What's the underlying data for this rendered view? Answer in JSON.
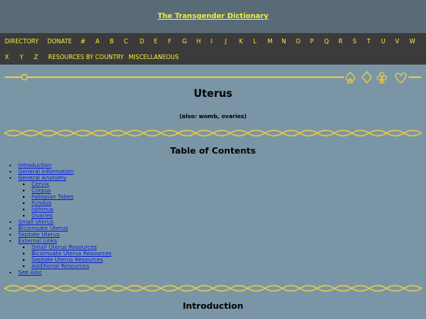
{
  "site": {
    "title": "The Transgender Dictionary"
  },
  "nav": {
    "row1": [
      "DIRECTORY",
      "DONATE",
      "#",
      "A",
      "B",
      "C",
      "D",
      "E",
      "F",
      "G",
      "H",
      "I",
      "J",
      "K",
      "L",
      "M",
      "N",
      "O",
      "P",
      "Q",
      "R",
      "S",
      "T",
      "U",
      "V",
      "W"
    ],
    "row2": [
      "X",
      "Y",
      "Z",
      "RESOURCES BY COUNTRY",
      "MISCELLANEOUS"
    ]
  },
  "page": {
    "title": "Uterus",
    "aka": "(also: womb, ovaries)"
  },
  "toc": {
    "heading": "Table of Contents",
    "items": [
      {
        "label": "Introduction"
      },
      {
        "label": "General Information"
      },
      {
        "label": "General Anatomy",
        "children": [
          "Cervix",
          "Corpus",
          "Fallopian Tubes",
          "Fundus",
          "Isthmus",
          "Ovaries"
        ]
      },
      {
        "label": "Small Uterus"
      },
      {
        "label": "Bicornuate Uterus"
      },
      {
        "label": "Septate Uterus"
      },
      {
        "label": "External Links",
        "children": [
          "Small Uterus Resources",
          "Bicornuate Uterus Resources",
          "Septate Uterus Resources",
          "Additional Resources"
        ]
      },
      {
        "label": "See Also"
      }
    ]
  },
  "intro": {
    "heading": "Introduction"
  },
  "colors": {
    "accent": "#f2ef3a",
    "ornament": "#e8c84a",
    "link": "#0a1fd8",
    "background": "#7a96a6",
    "header": "#5a6b78",
    "navbar": "#3b3b3b"
  }
}
